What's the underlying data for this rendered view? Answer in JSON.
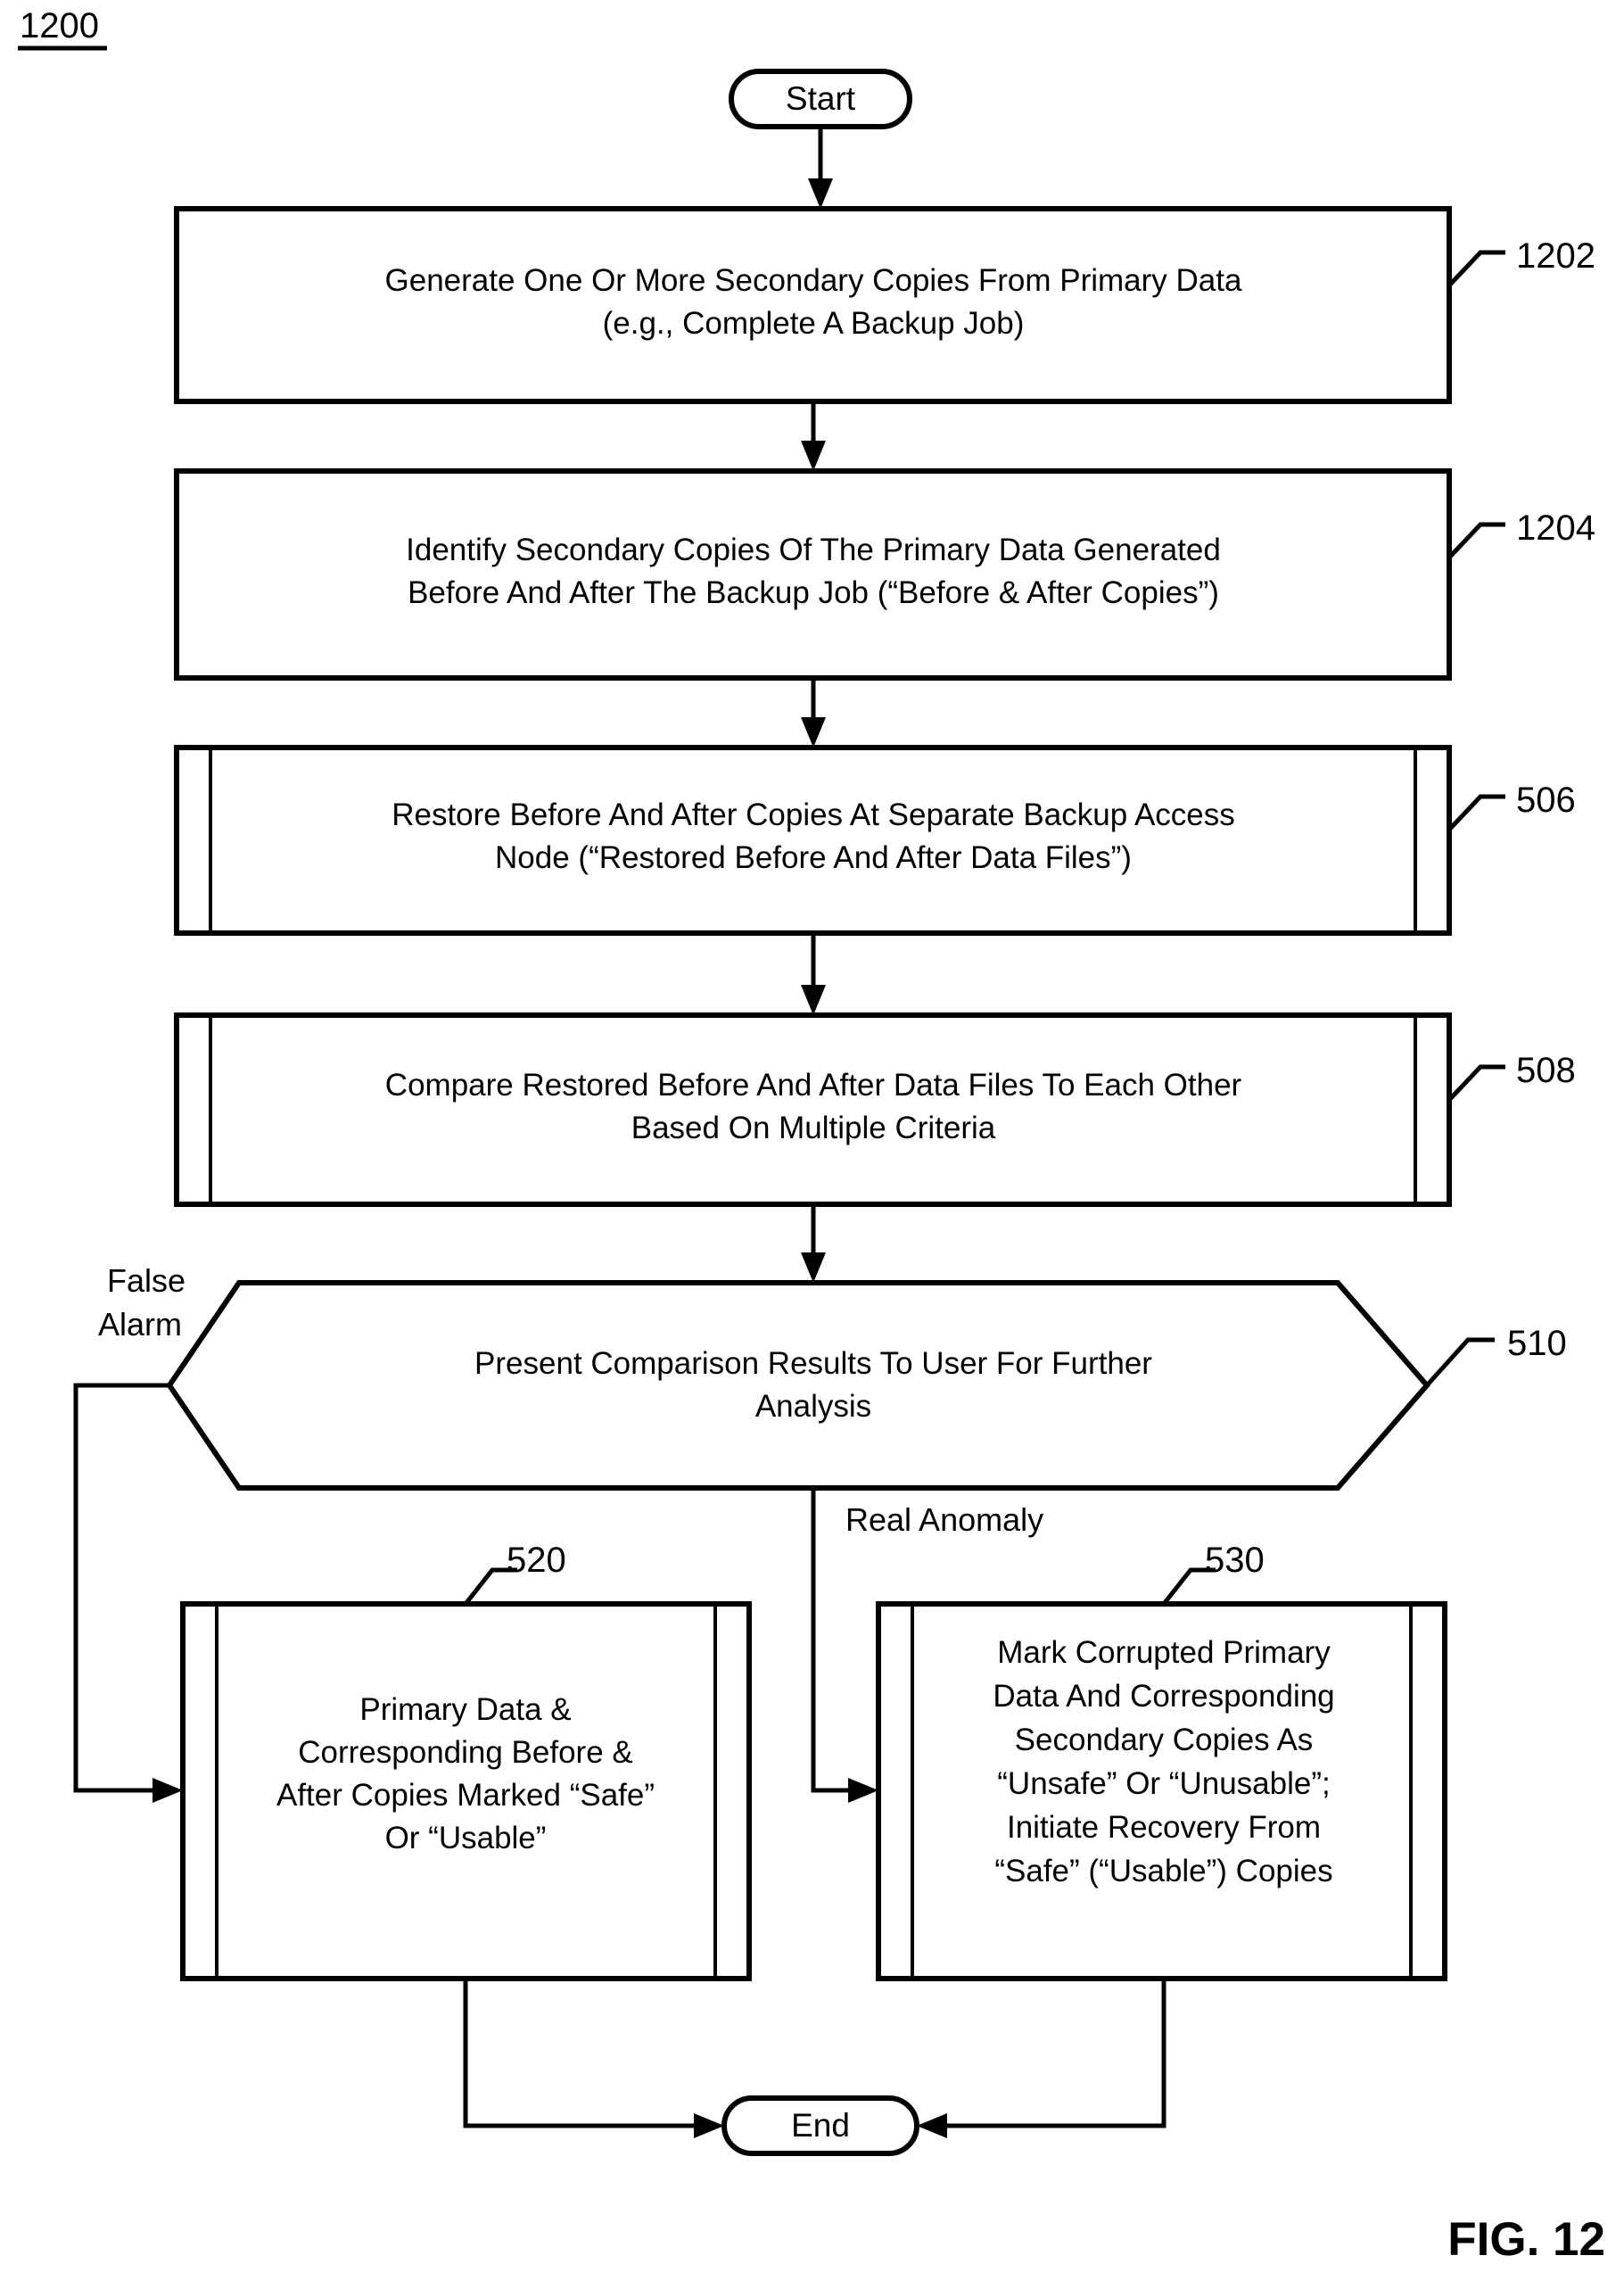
{
  "figure": {
    "number_label": "1200",
    "caption": "FIG. 12",
    "title_underlined": true
  },
  "nodes": {
    "start": {
      "label": "Start",
      "shape": "stadium"
    },
    "end": {
      "label": "End",
      "shape": "stadium"
    },
    "step_1202": {
      "ref": "1202",
      "shape": "process",
      "line1": "Generate One Or More Secondary Copies From Primary Data",
      "line2": "(e.g., Complete A Backup Job)"
    },
    "step_1204": {
      "ref": "1204",
      "shape": "process",
      "line1": "Identify Secondary Copies Of The Primary Data Generated",
      "line2": "Before And After The Backup Job (“Before & After Copies”)"
    },
    "step_506": {
      "ref": "506",
      "shape": "predefined-process",
      "line1": "Restore Before And After Copies At Separate Backup Access",
      "line2": "Node (“Restored Before And After Data Files”)"
    },
    "step_508": {
      "ref": "508",
      "shape": "predefined-process",
      "line1": "Compare Restored Before And After Data Files To Each Other",
      "line2": "Based On Multiple Criteria"
    },
    "step_510": {
      "ref": "510",
      "shape": "hexagon",
      "line1": "Present Comparison Results To User For Further",
      "line2": "Analysis"
    },
    "step_520": {
      "ref": "520",
      "shape": "predefined-process",
      "line1": "Primary Data &",
      "line2": "Corresponding Before &",
      "line3": "After Copies Marked “Safe”",
      "line4": "Or “Usable”"
    },
    "step_530": {
      "ref": "530",
      "shape": "predefined-process",
      "line1": "Mark Corrupted Primary",
      "line2": "Data And Corresponding",
      "line3": "Secondary Copies As",
      "line4": "“Unsafe” Or “Unusable”;",
      "line5": "Initiate Recovery From",
      "line6": "“Safe” (“Usable”) Copies"
    }
  },
  "edge_labels": {
    "false_alarm_line1": "False",
    "false_alarm_line2": "Alarm",
    "real_anomaly": "Real Anomaly"
  },
  "colors": {
    "stroke": "#000000",
    "background": "#ffffff"
  }
}
